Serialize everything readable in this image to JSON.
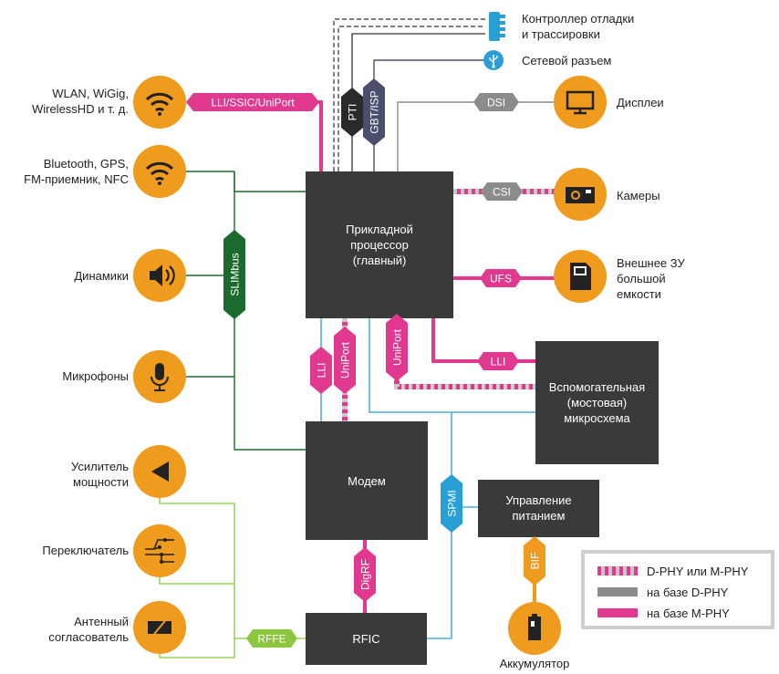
{
  "colors": {
    "magenta": "#e0398f",
    "orange": "#ef9b1d",
    "dark": "#3a3a3a",
    "green": "#1b6b2e",
    "blue": "#2a9fd6",
    "lime": "#8cc63f",
    "slate": "#4b4f6e",
    "gray": "#8c8c8c"
  },
  "boxes": {
    "app_processor": "Прикладной\nпроцессор\n(главный)",
    "modem": "Модем",
    "rfic": "RFIC",
    "bridge": "Вспомогательная\n(мостовая)\nмикросхема",
    "power": "Управление\nпитанием"
  },
  "bus_tags": {
    "lli_wlan": "LLI/SSIC/UniPort",
    "slimbus": "SLIMbus",
    "pti": "PTI",
    "gbt_isp": "GBT/ISP",
    "dsi": "DSI",
    "csi": "CSI",
    "ufs": "UFS",
    "lli_bridge": "LLI",
    "lli_modem": "LLI",
    "uniport_modem": "UniPort",
    "uniport_bridge": "UniPort",
    "spmi": "SPMI",
    "digrf": "DigRF",
    "rffe": "RFFE",
    "bif": "BIF"
  },
  "left_labels": {
    "wlan": "WLAN, WiGig,\nWirelessHD и т. д.",
    "bt": "Bluetooth, GPS,\nFM-приемник, NFC",
    "speakers": "Динамики",
    "mics": "Микрофоны",
    "amp": "Усилитель\nмощности",
    "switch": "Переключатель",
    "tuner": "Антенный\nсогласователь"
  },
  "right_labels": {
    "debug": "Контроллер отладки\nи трассировки",
    "network": "Сетевой разъем",
    "displays": "Дисплеи",
    "cameras": "Камеры",
    "storage": "Внешнее ЗУ\nбольшой\nемкости",
    "battery": "Аккумулятор"
  },
  "legend": {
    "dphy_or_mphy": "D-PHY или M-PHY",
    "dphy": "на базе D-PHY",
    "mphy": "на базе M-PHY"
  },
  "icons": [
    "wifi-icon",
    "speaker-icon",
    "microphone-icon",
    "amplifier-icon",
    "switch-icon",
    "tuner-icon",
    "debug-connector-icon",
    "usb-icon",
    "display-icon",
    "camera-icon",
    "sd-card-icon",
    "battery-icon"
  ]
}
